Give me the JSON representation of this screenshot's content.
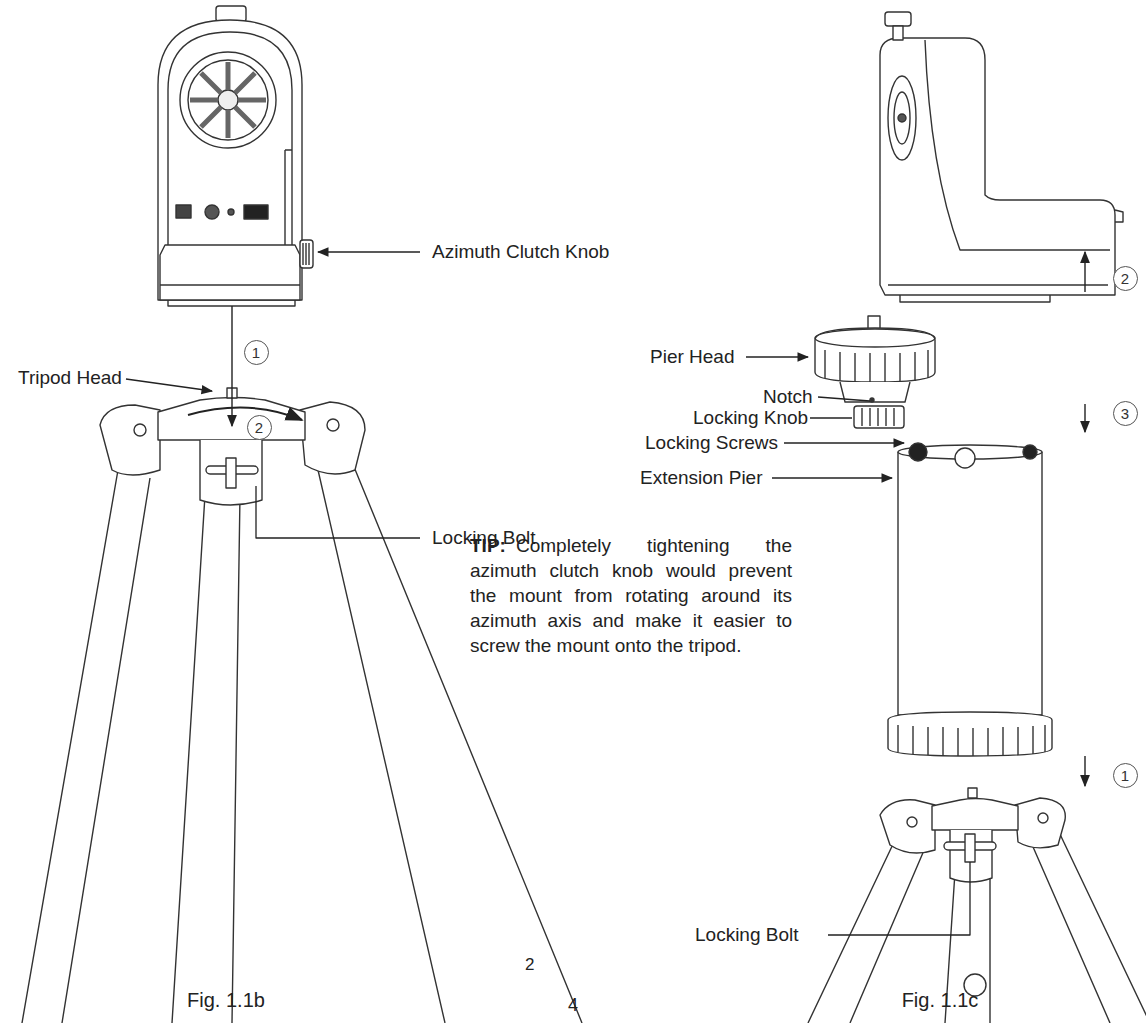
{
  "diagram": {
    "nodes": [
      {
        "text": [
          "1"
        ]
      },
      {
        "text": [
          "2"
        ]
      },
      {
        "text": [
          "2"
        ]
      },
      {
        "text": [
          "3"
        ]
      },
      {
        "text": [
          "1"
        ]
      }
    ],
    "labels": [
      "Azimuth Clutch Knob",
      "Tripod Head",
      "Locking Bolt",
      "2",
      "Fig. 1.1b",
      "4",
      "Pier Head",
      "Notch",
      "Locking Knob",
      "Locking Screws",
      "Extension Pier",
      "TIP:",
      "Completely tightening the azimuth clutch knob would prevent the mount from rotating around its azimuth axis and make it easier to screw the mount onto the tripod.",
      "Locking Bolt",
      "Fig. 1.1c"
    ]
  }
}
